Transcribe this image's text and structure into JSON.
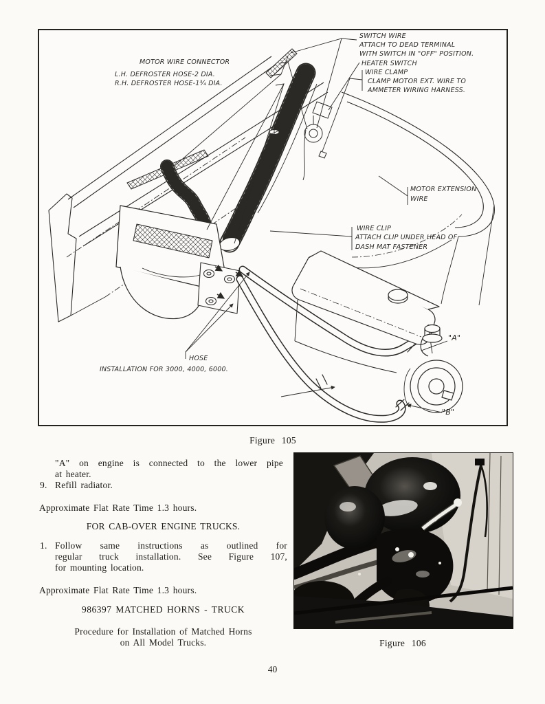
{
  "figure105": {
    "caption": "Figure 105",
    "labels": [
      "SWITCH WIRE",
      "ATTACH TO DEAD TERMINAL",
      "WITH SWITCH IN \"OFF\" POSITION.",
      "HEATER SWITCH",
      "WIRE CLAMP",
      "CLAMP MOTOR EXT. WIRE TO",
      "AMMETER WIRING HARNESS.",
      "MOTOR WIRE CONNECTOR",
      "L.H. DEFROSTER HOSE-2 DIA.",
      "R.H. DEFROSTER HOSE-1¾ DIA.",
      "MOTOR EXTENSION",
      "WIRE",
      "WIRE CLIP",
      "ATTACH CLIP UNDER HEAD OF",
      "DASH MAT FASTENER",
      "HOSE",
      "INSTALLATION FOR 3000, 4000, 6000.",
      "\"A\"",
      "\"B\""
    ]
  },
  "body": {
    "step8_line1": "\"A\" on engine is connected to the lower pipe",
    "step8_line2": "at heater.",
    "step9_marker": "9.",
    "step9_text": "Refill radiator.",
    "flat_rate_note_1": "Approximate Flat Rate Time 1.3 hours.",
    "cabover_heading": "FOR CAB-OVER ENGINE TRUCKS.",
    "step1_marker": "1.",
    "step1_line1": "Follow same instructions as outlined for",
    "step1_line2": "regular truck installation.  See Figure 107,",
    "step1_line3": "for mounting location.",
    "flat_rate_note_2": "Approximate Flat Rate Time 1.3 hours.",
    "horns_heading": "986397 MATCHED HORNS - TRUCK",
    "procedure_line1": "Procedure for Installation of Matched Horns",
    "procedure_line2": "on All Model Trucks."
  },
  "figure106": {
    "caption": "Figure 106"
  },
  "page": {
    "number": "40"
  },
  "colors": {
    "paper": "#fbfaf7",
    "ink": "#2b2926"
  }
}
